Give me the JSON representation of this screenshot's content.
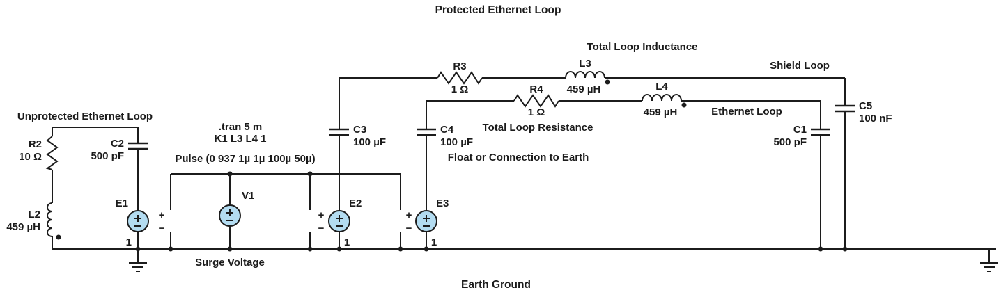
{
  "diagram": {
    "title": "Protected Ethernet Loop",
    "ground_label": "Earth Ground"
  },
  "annotations": {
    "unprotected_loop": "Unprotected Ethernet Loop",
    "total_loop_inductance": "Total Loop Inductance",
    "shield_loop": "Shield Loop",
    "ethernet_loop": "Ethernet Loop",
    "total_loop_resistance": "Total Loop Resistance",
    "float_or_earth": "Float or Connection to Earth",
    "surge_voltage": "Surge Voltage",
    "tran_directive": ".tran 5 m",
    "coupling_directive": "K1 L3 L4 1",
    "pulse_directive": "Pulse (0 937 1µ 1µ 100µ 50µ)"
  },
  "components": {
    "R2": {
      "ref": "R2",
      "value": "10 Ω"
    },
    "L2": {
      "ref": "L2",
      "value": "459 µH"
    },
    "C2": {
      "ref": "C2",
      "value": "500 pF"
    },
    "E1": {
      "ref": "E1",
      "gain": "1",
      "plus": "+",
      "minus": "−"
    },
    "V1": {
      "ref": "V1"
    },
    "E2": {
      "ref": "E2",
      "gain": "1",
      "plus": "+",
      "minus": "−"
    },
    "E3": {
      "ref": "E3",
      "gain": "1",
      "plus": "+",
      "minus": "−"
    },
    "C3": {
      "ref": "C3",
      "value": "100 µF"
    },
    "C4": {
      "ref": "C4",
      "value": "100 µF"
    },
    "R3": {
      "ref": "R3",
      "value": "1 Ω"
    },
    "R4": {
      "ref": "R4",
      "value": "1 Ω"
    },
    "L3": {
      "ref": "L3",
      "value": "459 µH"
    },
    "L4": {
      "ref": "L4",
      "value": "459 µH"
    },
    "C1": {
      "ref": "C1",
      "value": "500 pF"
    },
    "C5": {
      "ref": "C5",
      "value": "100 nF"
    }
  },
  "colors": {
    "wire": "#1c1c1c",
    "text": "#1b1b1b",
    "source_fill": "#b3dcf1",
    "background": "#ffffff"
  }
}
